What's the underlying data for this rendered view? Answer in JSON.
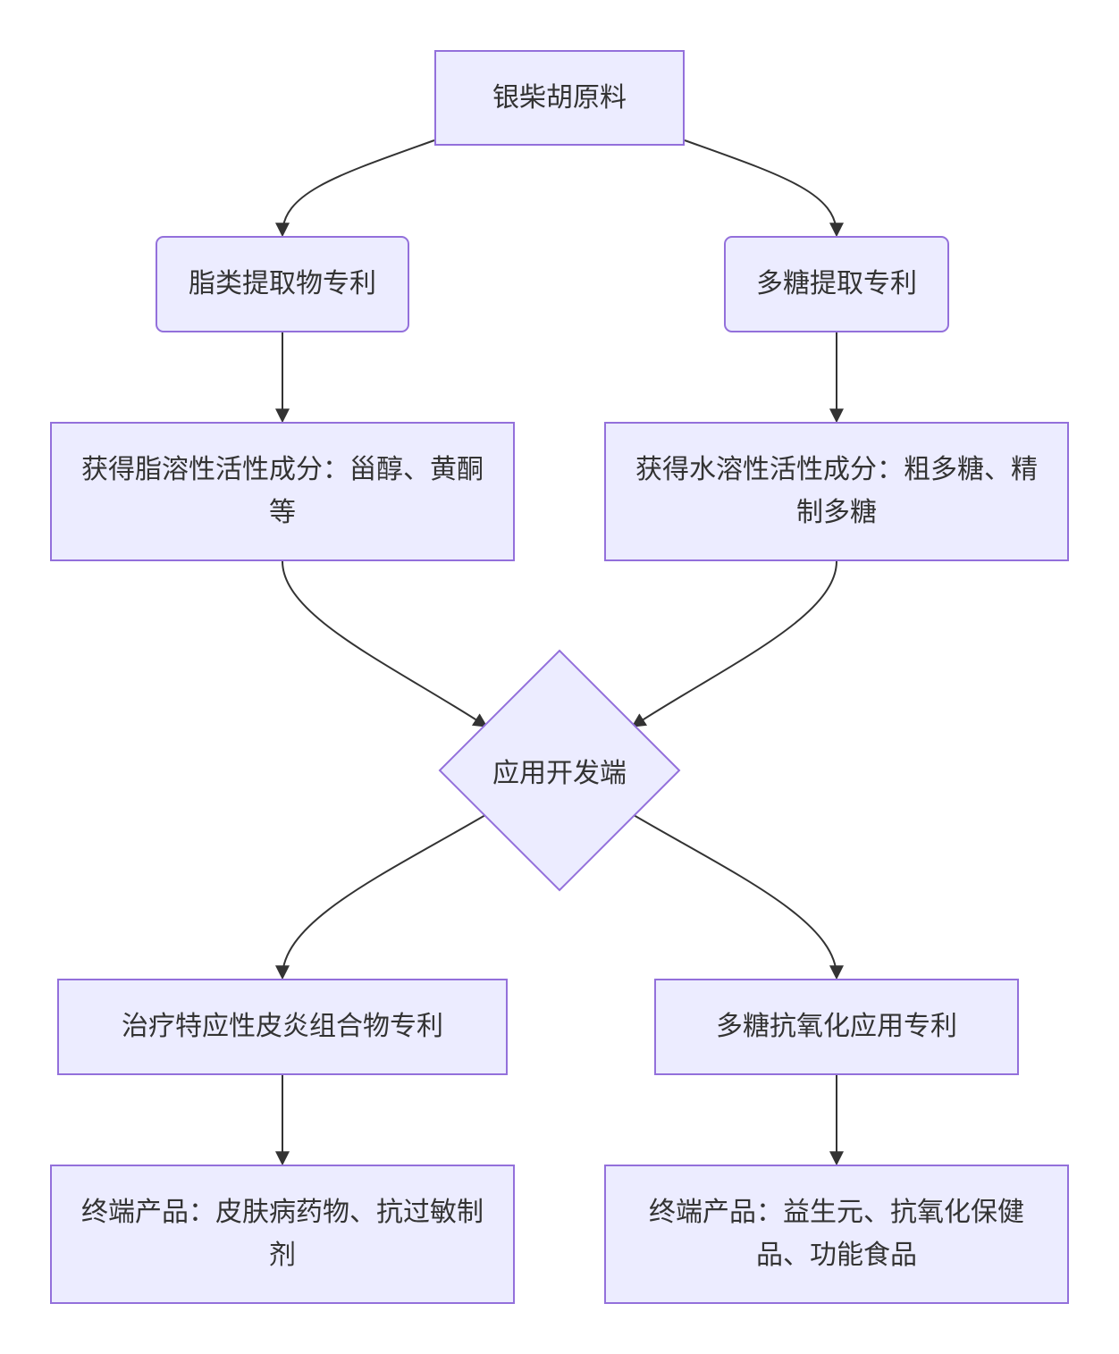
{
  "nodes": {
    "raw": "银柴胡原料",
    "lipid_patent": "脂类提取物专利",
    "poly_patent": "多糖提取专利",
    "lipid_components": "获得脂溶性活性成分：甾醇、黄酮等",
    "water_components": "获得水溶性活性成分：粗多糖、精制多糖",
    "decision": "应用开发端",
    "derm_patent": "治疗特应性皮炎组合物专利",
    "antiox_patent": "多糖抗氧化应用专利",
    "derm_products": "终端产品：皮肤病药物、抗过敏制剂",
    "antiox_products": "终端产品：益生元、抗氧化保健品、功能食品"
  },
  "colors": {
    "node_fill": "#ECECFF",
    "node_border": "#9370DB",
    "edge": "#333333",
    "text": "#333333"
  }
}
